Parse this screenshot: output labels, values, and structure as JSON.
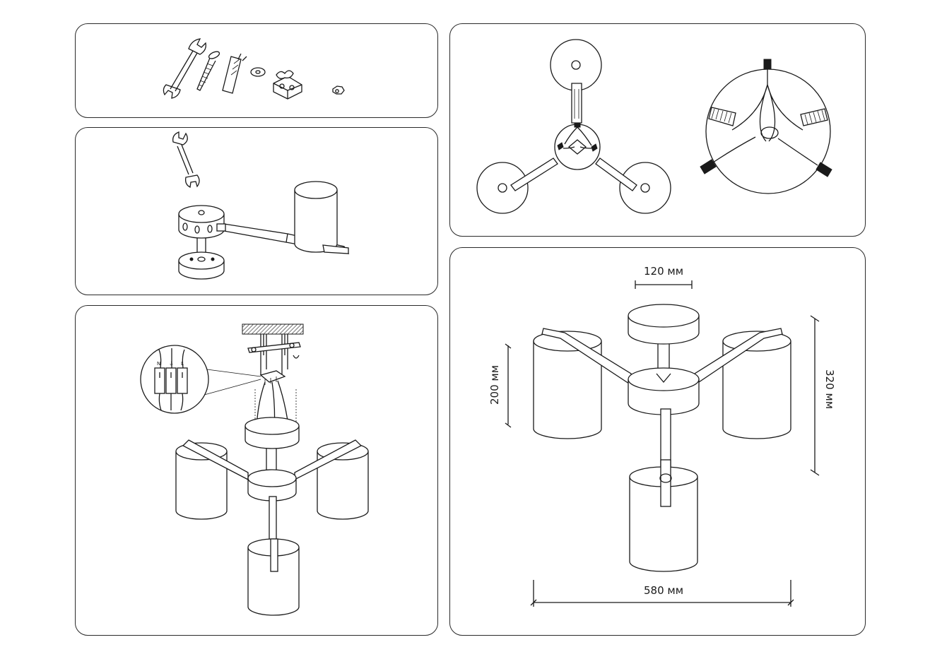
{
  "panels": {
    "hardware": {
      "title": ""
    },
    "arm_assembly": {
      "title": ""
    },
    "mounting": {
      "terminal_labels": {
        "n": "N",
        "earth": "⏚",
        "l": "L"
      }
    },
    "wiring_top": {
      "title": ""
    },
    "dimensions": {
      "canopy_width": "120 мм",
      "height_shade": "200 мм",
      "height_total": "320 мм",
      "width_total": "580 мм"
    }
  },
  "colors": {
    "line": "#1a1a1a",
    "background": "#ffffff"
  }
}
